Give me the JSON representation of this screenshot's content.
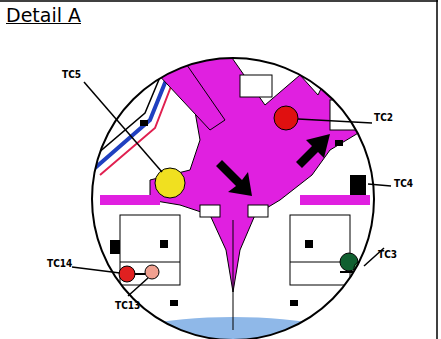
{
  "diagram": {
    "title": "Detail A",
    "labels": [
      "TC5",
      "TC2",
      "TC4",
      "TC14",
      "TC13",
      "TC3"
    ]
  }
}
